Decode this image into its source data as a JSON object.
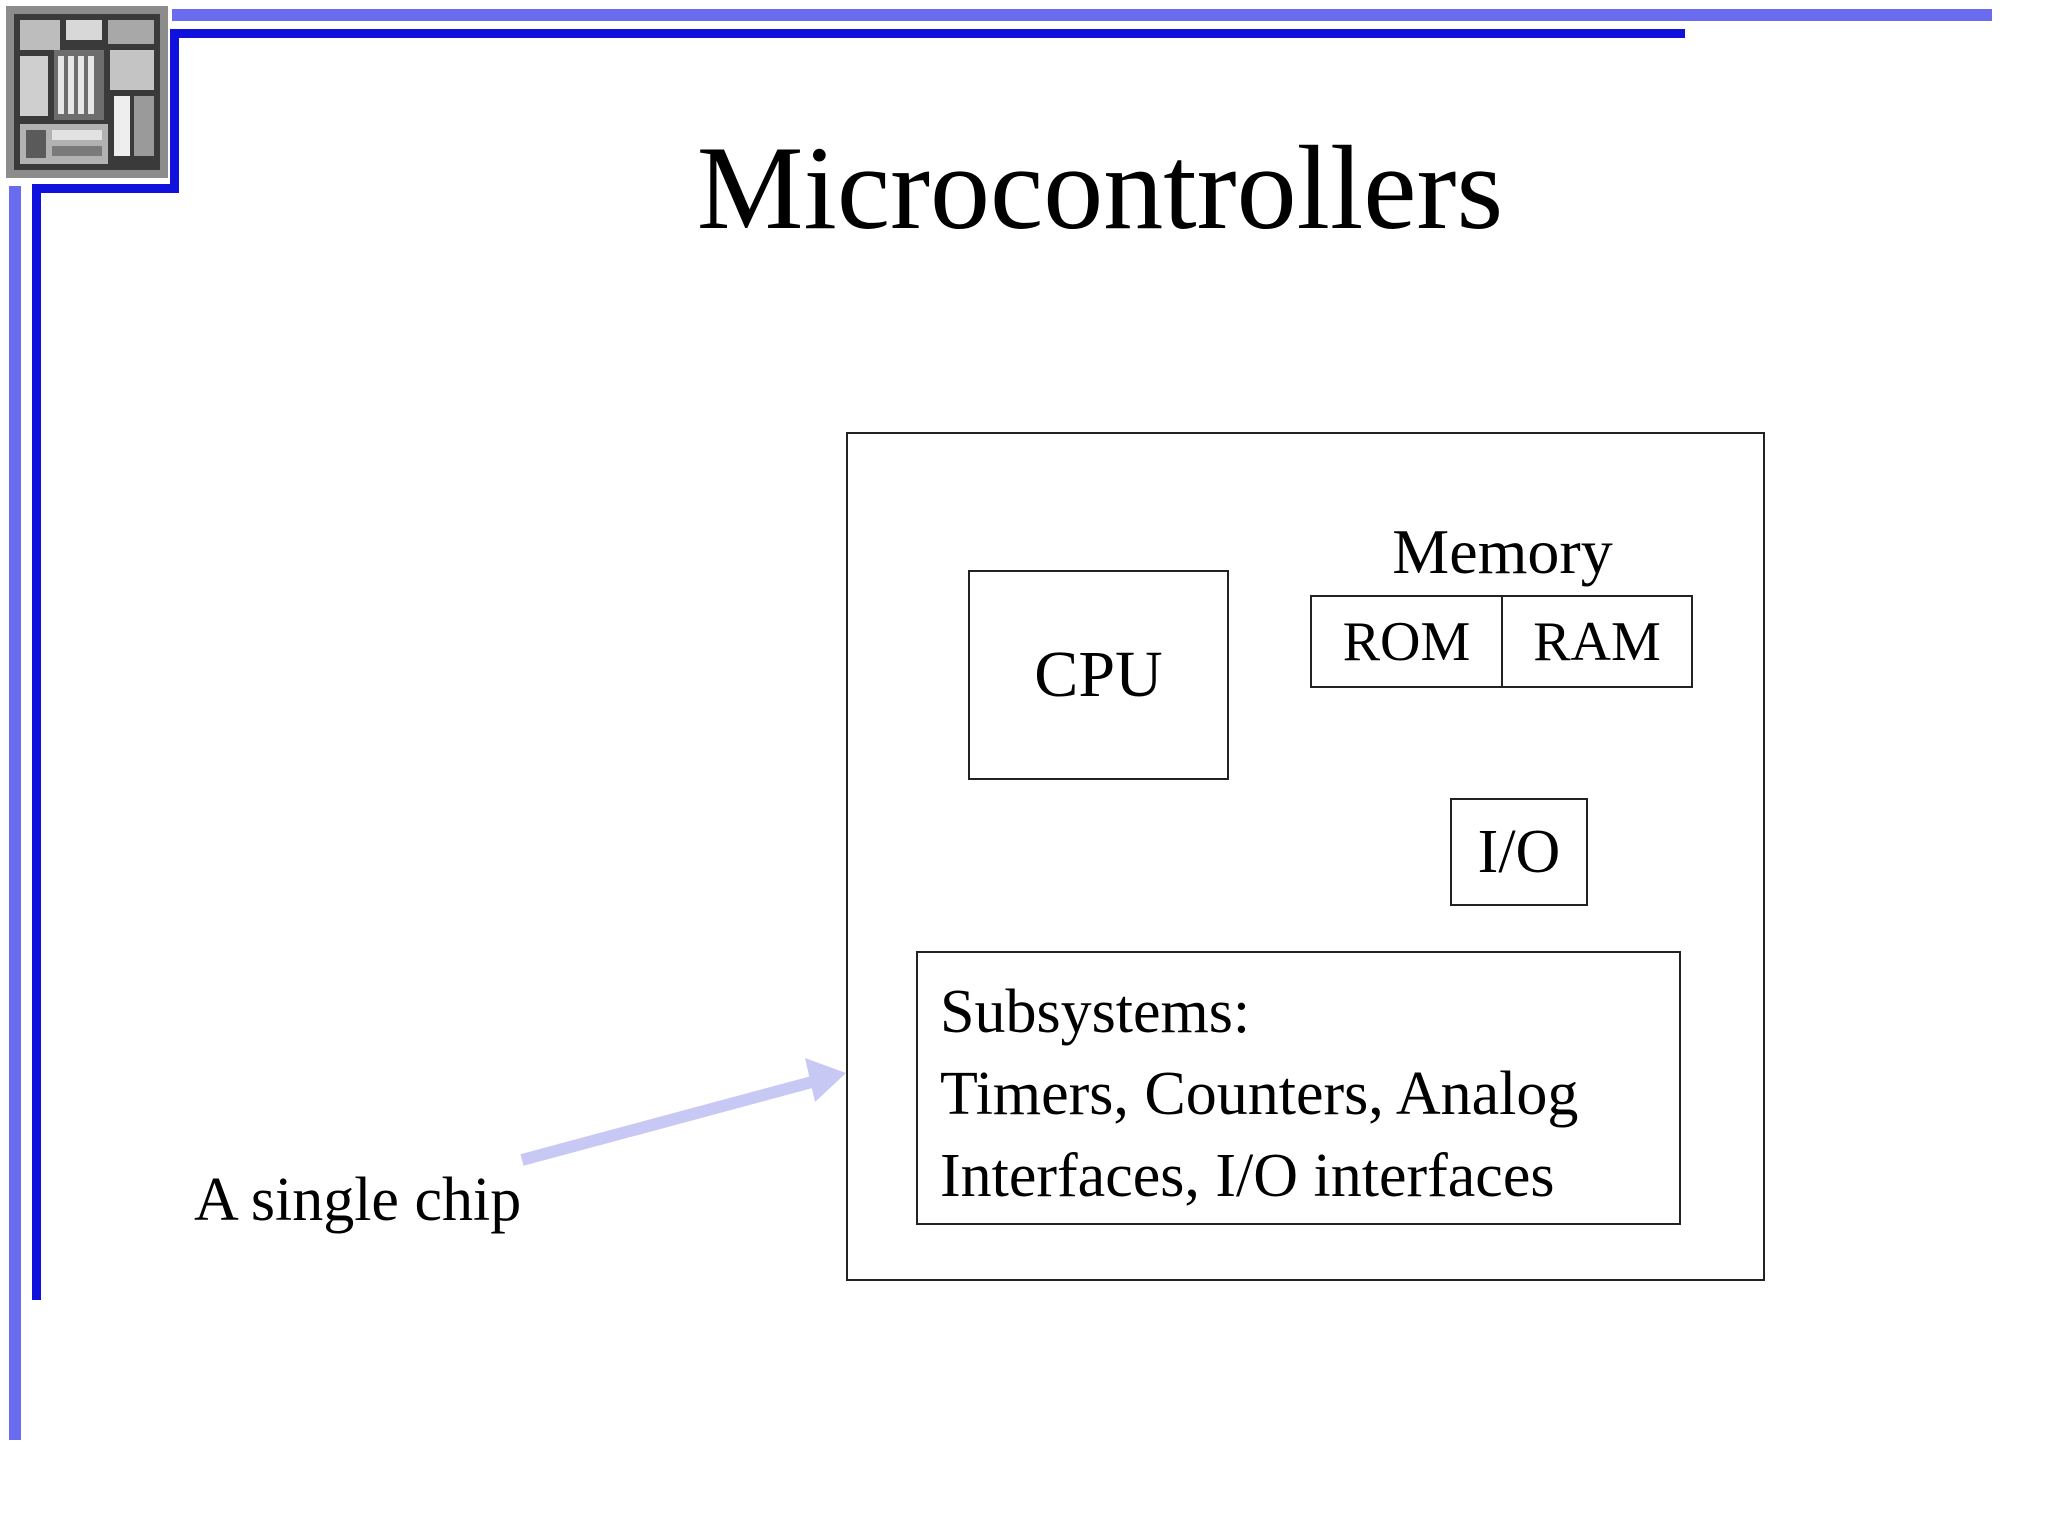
{
  "slide": {
    "title": "Microcontrollers"
  },
  "diagram": {
    "cpu_label": "CPU",
    "memory_label": "Memory",
    "rom_label": "ROM",
    "ram_label": "RAM",
    "io_label": "I/O",
    "subsystems": {
      "lines": [
        "Subsystems:",
        "Timers, Counters, Analog",
        "Interfaces, I/O interfaces"
      ]
    },
    "callout_label": "A single chip"
  },
  "colors": {
    "frame_light": "#6b6bf0",
    "frame_dark": "#1111dd",
    "arrow": "#c8c8f5"
  },
  "icons": {
    "logo": "chip-die-icon"
  }
}
